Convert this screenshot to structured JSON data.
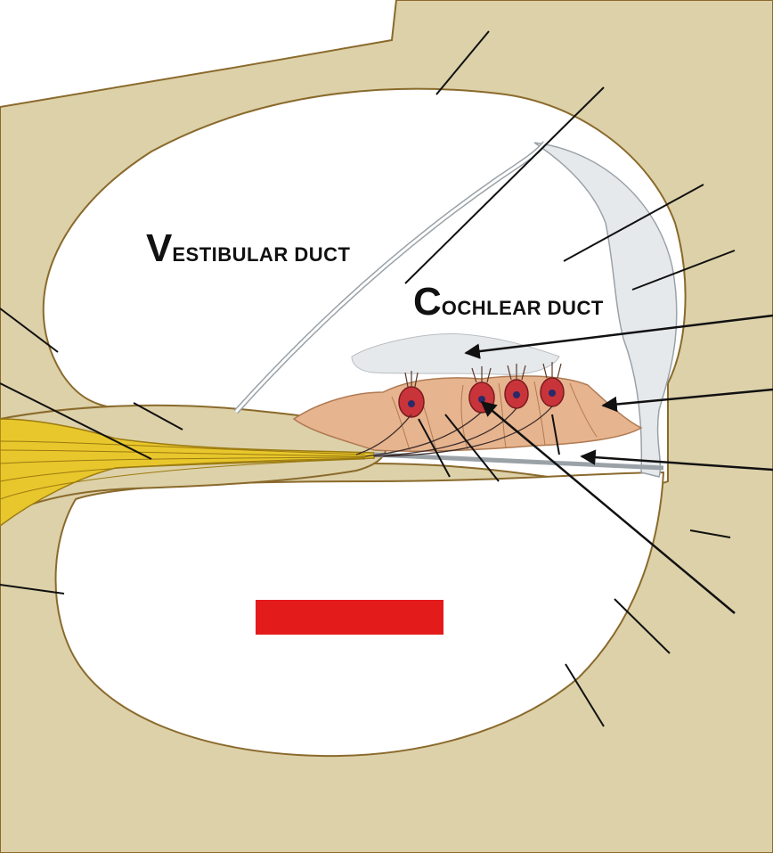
{
  "labels": {
    "vestibular": {
      "initial": "V",
      "rest": "ESTIBULAR DUCT"
    },
    "cochlear": {
      "initial": "C",
      "rest": "OCHLEAR DUCT"
    }
  },
  "colors": {
    "bone": "#ddd1a9",
    "bone_outline": "#8a6a2c",
    "membrane": "#e6e9ec",
    "membrane_outline": "#9aa2a8",
    "nerve": "#e8c72c",
    "nerve_dark": "#9b7a10",
    "organ_tissue": "#e6b48e",
    "hair_cell": "#c8343a",
    "leader_line": "#111111",
    "redaction": "#e41b1b"
  },
  "icons": {
    "arrowhead": "arrowhead-icon"
  }
}
